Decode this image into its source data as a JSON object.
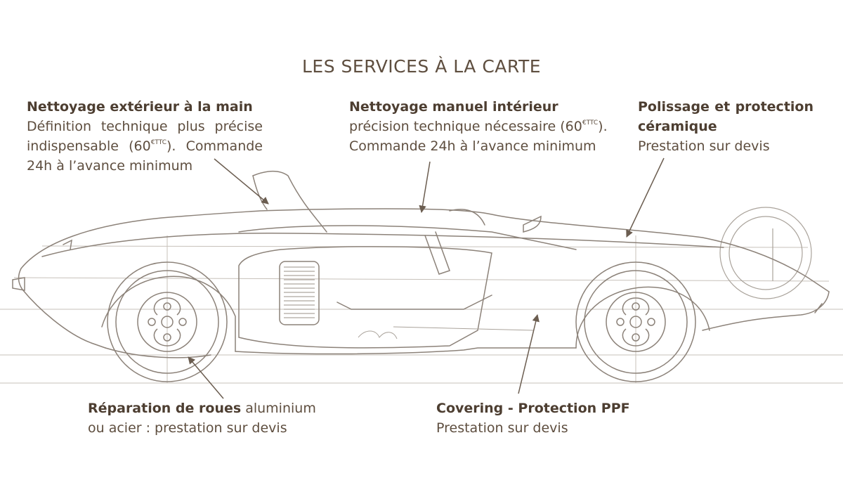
{
  "title": "LES SERVICES À LA CARTE",
  "colors": {
    "text": "#5e4e3f",
    "drawing": "#8c8279"
  },
  "callouts": {
    "exterior": {
      "heading": "Nettoyage extérieur à la main",
      "text_before": "Définition technique plus précise indispensable (60",
      "sup": "€TTC",
      "text_after": "). Commande 24h à l’avance minimum"
    },
    "interior": {
      "heading": "Nettoyage manuel intérieur",
      "text_before": "précision technique nécessaire (60",
      "sup": "€TTC",
      "text_after": "). Commande 24h à l’avance minimum"
    },
    "polish": {
      "heading": "Polissage et protection céramique",
      "text": "Prestation sur devis"
    },
    "wheels": {
      "heading": "Réparation de roues",
      "text": " aluminium ou acier : prestation sur devis"
    },
    "covering": {
      "heading": "Covering - Protection PPF",
      "text": "Prestation sur devis"
    }
  }
}
